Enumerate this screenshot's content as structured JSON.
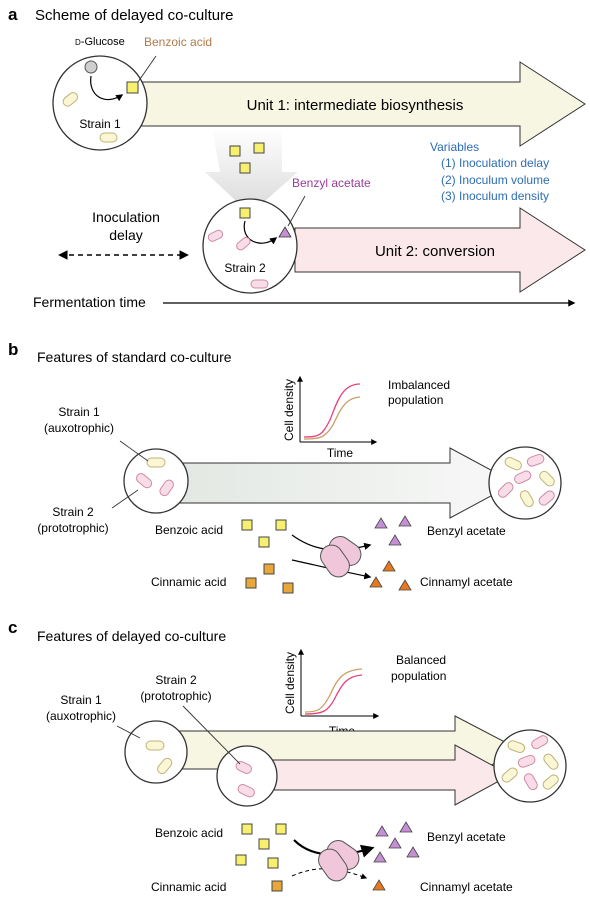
{
  "panel_a": {
    "letter": "a",
    "title": "Scheme of delayed co-culture",
    "glucose_label": "D-Glucose",
    "glucose_prefix": "D",
    "glucose_rest": "-Glucose",
    "benzoic_label": "Benzoic acid",
    "strain1_label": "Strain 1",
    "unit1_label": "Unit 1: intermediate biosynthesis",
    "variables_title": "Variables",
    "variables": [
      "(1) Inoculation delay",
      "(2) Inoculum volume",
      "(3) Inoculum density"
    ],
    "benzyl_label": "Benzyl acetate",
    "delay_line1": "Inoculation",
    "delay_line2": "delay",
    "strain2_label": "Strain 2",
    "unit2_label": "Unit 2: conversion",
    "time_axis_label": "Fermentation time"
  },
  "panel_b": {
    "letter": "b",
    "title": "Features of standard co-culture",
    "strain1_line1": "Strain 1",
    "strain1_line2": "(auxotrophic)",
    "strain2_line1": "Strain 2",
    "strain2_line2": "(prototrophic)",
    "ylabel": "Cell density",
    "xlabel": "Time",
    "curve_note_line1": "Imbalanced",
    "curve_note_line2": "population",
    "benzoic_label": "Benzoic acid",
    "cinnamic_label": "Cinnamic acid",
    "benzyl_label": "Benzyl acetate",
    "cinnamyl_label": "Cinnamyl acetate"
  },
  "panel_c": {
    "letter": "c",
    "title": "Features of delayed co-culture",
    "strain1_line1": "Strain 1",
    "strain1_line2": "(auxotrophic)",
    "strain2_line1": "Strain 2",
    "strain2_line2": "(prototrophic)",
    "ylabel": "Cell density",
    "xlabel": "Time",
    "curve_note_line1": "Balanced",
    "curve_note_line2": "population",
    "benzoic_label": "Benzoic acid",
    "cinnamic_label": "Cinnamic acid",
    "benzyl_label": "Benzyl acetate",
    "cinnamyl_label": "Cinnamyl acetate"
  },
  "colors": {
    "strain1_fill": "#fbf6d4",
    "strain1_stroke": "#bfb37a",
    "strain2_fill": "#f8dde8",
    "strain2_stroke": "#d08aa5",
    "benzoic_fill": "#f7ef6e",
    "cinnamic_fill": "#e8a73a",
    "benzyl_fill": "#c58fd6",
    "cinnamyl_fill": "#e8781e",
    "benzoic_text": "#b07a4a",
    "benzyl_text": "#9a3c9a",
    "variables_text": "#2e6db4",
    "curve_strain1": "#c8a064",
    "curve_strain2": "#e8407a",
    "unit1_arrow": "#f6f6e2",
    "unit2_arrow": "#fbe8ea",
    "grey_arrow": "#eef0ee",
    "enzyme_fill": "#f0c7da"
  }
}
